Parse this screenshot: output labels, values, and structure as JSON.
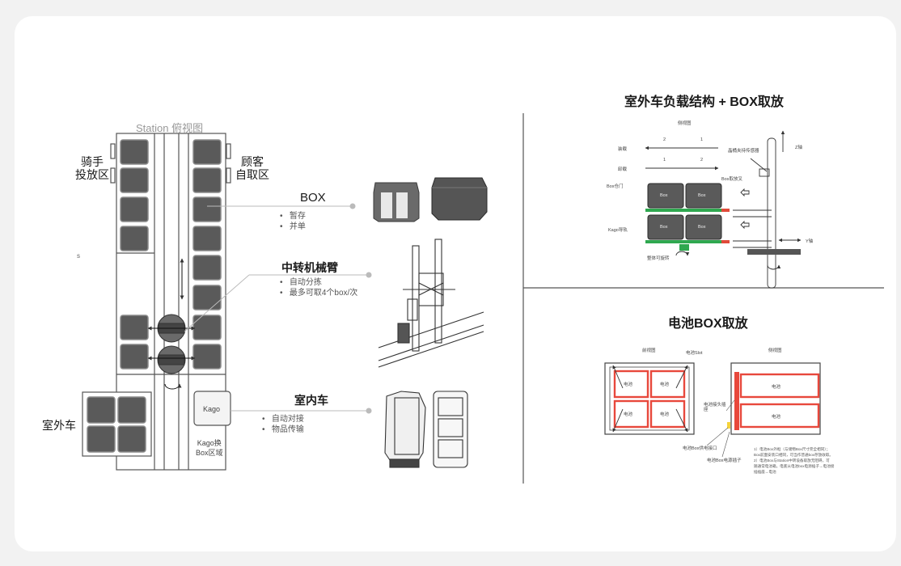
{
  "station": {
    "title": "Station 俯视图",
    "rider_zone": [
      "骑手",
      "投放区"
    ],
    "customer_zone": [
      "顾客",
      "自取区"
    ],
    "outdoor_cart": "室外车",
    "kago_box": "Kago",
    "kago_zone": [
      "Kago换",
      "Box区域"
    ],
    "stray_mark": "s"
  },
  "components": {
    "box": {
      "title": "BOX",
      "bullets": [
        "暂存",
        "并单"
      ]
    },
    "arm": {
      "title": "中转机械臂",
      "bullets": [
        "自动分拣",
        "最多可取4个box/次"
      ]
    },
    "indoor": {
      "title": "室内车",
      "bullets": [
        "自动对接",
        "物品传输"
      ]
    }
  },
  "load_structure": {
    "title": "室外车负载结构 + BOX取放",
    "side_view": "侧视图",
    "row_load": "装载",
    "row_unload": "卸载",
    "step_1": "1",
    "step_2": "2",
    "z_axis": "Z轴",
    "y_axis": "Y轴",
    "gripper_label": "晶桶夹持传感器",
    "box_gripper": "Box取放叉",
    "box_door": "Box仓门",
    "kago_rail": "Kago导轨",
    "rotate": "整体可旋转",
    "box_text": "Box"
  },
  "battery": {
    "title": "电池BOX取放",
    "front_view": "前视图",
    "side_view": "侧视图",
    "cell_label": "电池",
    "slot_label": "电池Slot",
    "connector": "电池接头插座",
    "box_socket": "电池Box供电接口",
    "box_plug": "电池Box电源插子",
    "notes": [
      "1）电池Box外框（与储物Box尺寸完全相同）；",
      "Box前面安装口相同，可当作普通box存放收取。",
      "2）电池Box与Station中转设备取放无阻碍，可",
      "随通常电池箱。电底从电池box电源插子→电池接",
      "插插座→电池"
    ]
  },
  "colors": {
    "frame": "#555555",
    "box_gray": "#5a5a5a",
    "battery_red": "#e8483c",
    "rail_green": "#2fa84f",
    "rail_red": "#e04a3a"
  }
}
